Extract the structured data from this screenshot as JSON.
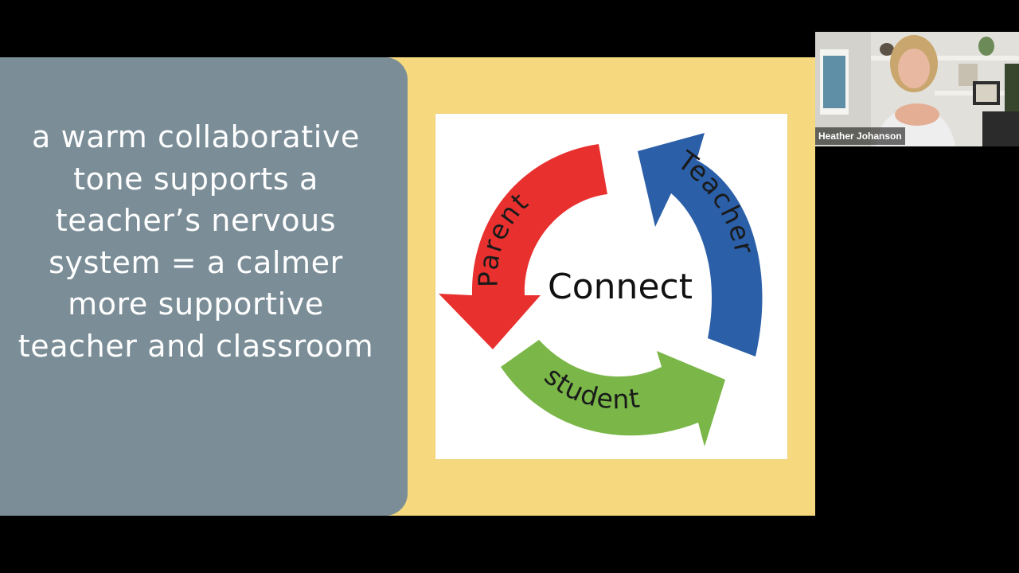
{
  "slide": {
    "text": "a warm collaborative tone supports a teacher’s nervous system = a calmer more supportive teacher and classroom",
    "diagram": {
      "center_label": "Connect",
      "arrows": [
        {
          "label": "Parent",
          "color": "#e8312f"
        },
        {
          "label": "Teacher",
          "color": "#2b5fa8"
        },
        {
          "label": "student",
          "color": "#7ab648"
        }
      ]
    },
    "colors": {
      "panel": "#7b8e98",
      "background": "#f6d97e"
    }
  },
  "participant": {
    "name": "Heather Johanson"
  }
}
